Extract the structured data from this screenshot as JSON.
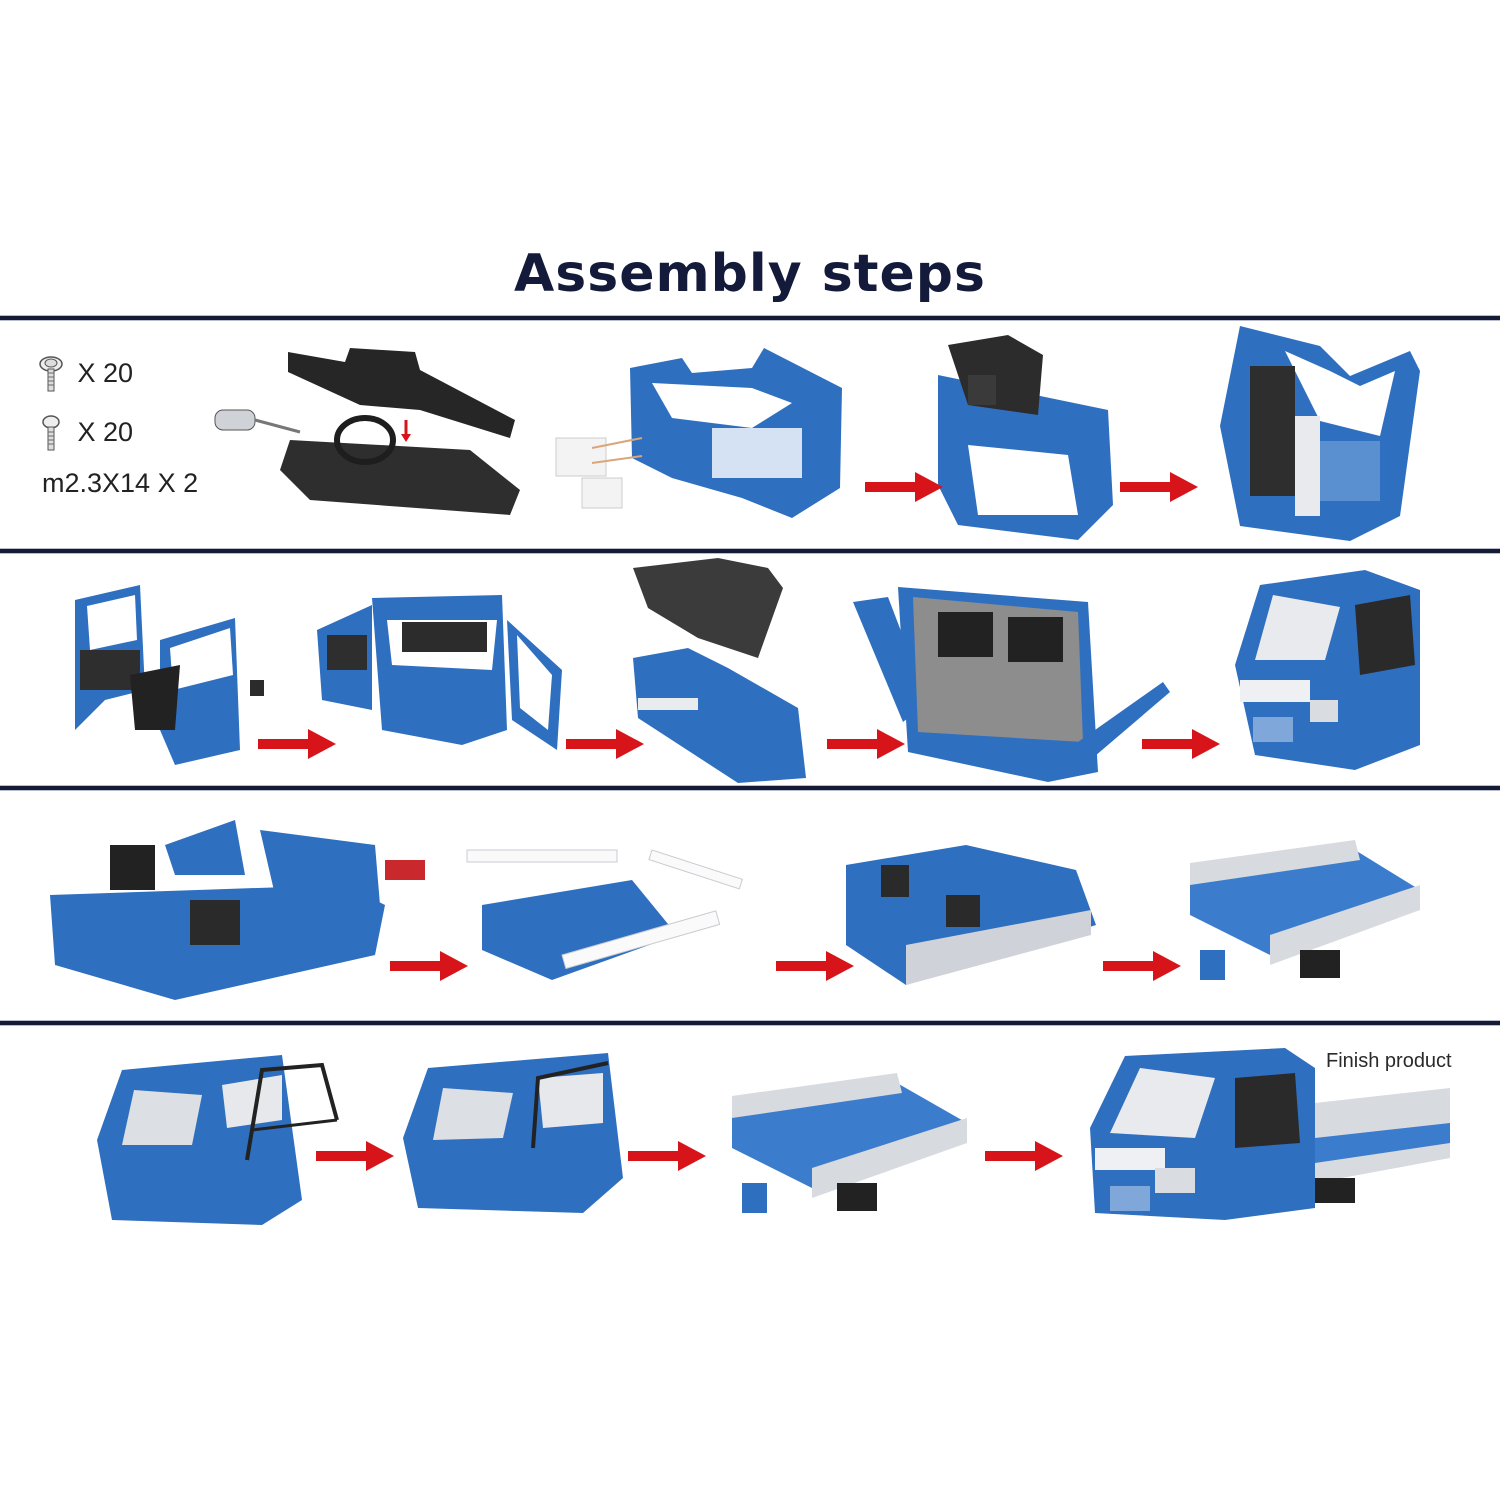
{
  "title": "Assembly steps",
  "colors": {
    "title": "#141a3a",
    "rule": "#151a35",
    "arrow": "#d8141b",
    "body_blue": "#2f6fc0",
    "body_blue_dark": "#1f54a0",
    "black_part": "#2a2a2a",
    "silver": "#d7dadf"
  },
  "hardware": {
    "items": [
      {
        "icon": "flange-screw-icon",
        "label": "X 20"
      },
      {
        "icon": "pan-screw-icon",
        "label": "X 20"
      },
      {
        "icon": "",
        "label": "m2.3X14 X 2"
      }
    ]
  },
  "rows": [
    {
      "name": "row-1",
      "steps": [
        "dashboard-assembly",
        "cab-frame-front-parts",
        "cab-frame-with-dashboard",
        "cab-frame-rotated"
      ]
    },
    {
      "name": "row-2",
      "steps": [
        "door-assembly",
        "cab-with-doors",
        "cab-interior-tub",
        "cab-underside-view",
        "completed-cab"
      ]
    },
    {
      "name": "row-3",
      "steps": [
        "bed-frame-parts",
        "bed-floor-with-rails",
        "bed-frame-side-rail",
        "completed-bed"
      ]
    },
    {
      "name": "row-4",
      "steps": [
        "cab-with-rollbar-parts",
        "cab-with-rollbar",
        "truck-bed",
        "finished-truck"
      ]
    }
  ],
  "finish_label": "Finish product"
}
